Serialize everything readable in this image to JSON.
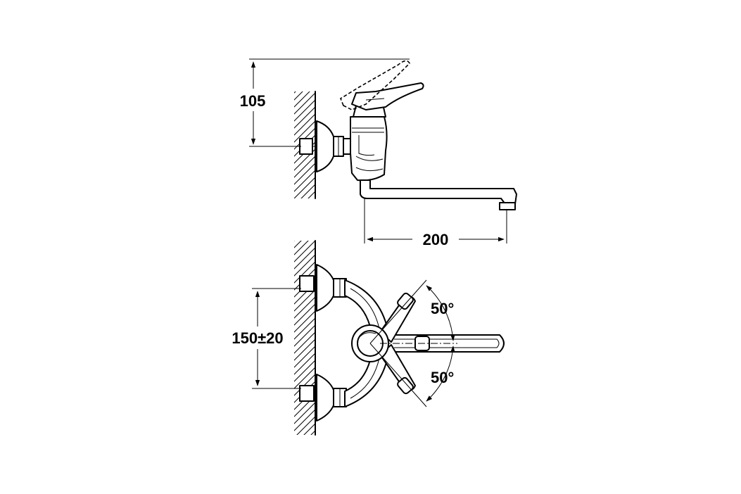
{
  "dimensions": {
    "lever_height": "105",
    "spout_reach": "200",
    "inlet_spacing": "150±20",
    "swivel_angle_upper": "50°",
    "swivel_angle_lower": "50°"
  },
  "colors": {
    "line": "#000000",
    "background": "#ffffff"
  }
}
